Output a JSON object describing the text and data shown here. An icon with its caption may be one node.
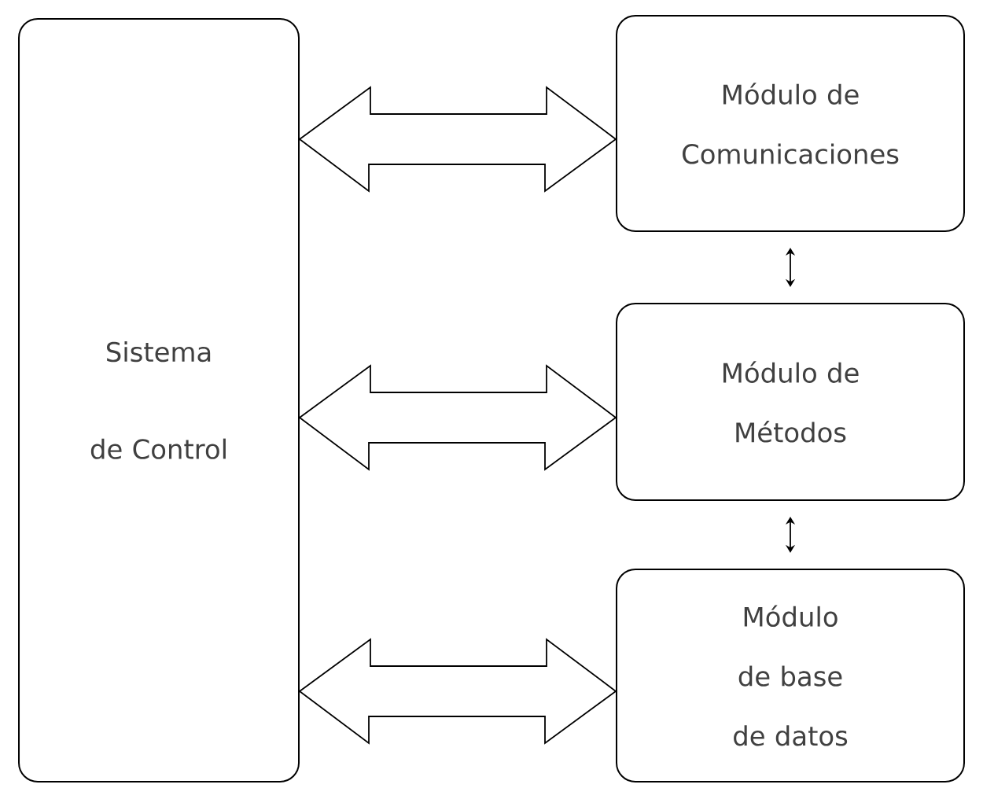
{
  "diagram": {
    "nodes": [
      {
        "text": [
          "Sistema de Control"
        ]
      },
      {
        "text": [
          "Módulo de Comunicaciones"
        ]
      },
      {
        "text": [
          "Módulo de Métodos"
        ]
      },
      {
        "text": [
          "Módulo de base de datos"
        ]
      }
    ],
    "edges": [
      {
        "from": 0,
        "to": 1,
        "arrow": "both"
      },
      {
        "from": 0,
        "to": 2,
        "arrow": "both"
      },
      {
        "from": 0,
        "to": 3,
        "arrow": "both"
      },
      {
        "from": 1,
        "to": 2,
        "arrow": "both"
      },
      {
        "from": 2,
        "to": 3,
        "arrow": "both"
      }
    ]
  }
}
